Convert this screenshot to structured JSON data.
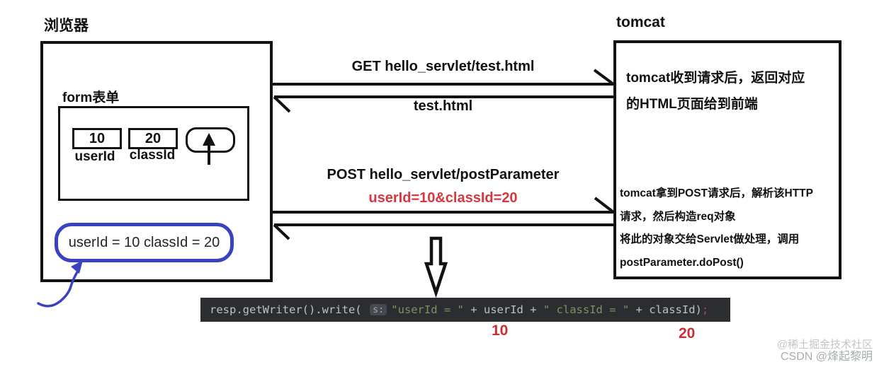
{
  "browser": {
    "title": "浏览器",
    "form": {
      "label": "form表单",
      "fields": [
        {
          "value": "10",
          "label": "userId"
        },
        {
          "value": "20",
          "label": "classId"
        }
      ],
      "submit_icon": "up-arrow-icon"
    },
    "result_text": "userId = 10 classId = 20"
  },
  "tomcat": {
    "title": "tomcat",
    "get_note_lines": [
      "tomcat收到请求后，返回对应",
      "的HTML页面给到前端"
    ],
    "post_note_lines": [
      "tomcat拿到POST请求后，解析该HTTP",
      "请求，然后构造req对象",
      "将此的对象交给Servlet做处理，调用",
      "postParameter.doPost()"
    ]
  },
  "messages": {
    "get_request": "GET hello_servlet/test.html",
    "get_response": "test.html",
    "post_request": "POST hello_servlet/postParameter",
    "post_body": "userId=10&classId=20"
  },
  "code": {
    "part1": "resp.getWriter().write( ",
    "hint": "s:",
    "str1": "\"userId = \"",
    "part2": " + userId + ",
    "str2": "\" classId = \"",
    "part3": " + classId)",
    "semicolon": ";",
    "annotation_userid": "10",
    "annotation_classid": "20"
  },
  "watermark": {
    "line1": "@稀土掘金技术社区",
    "line2": "CSDN @烽起黎明"
  },
  "colors": {
    "accent_blue": "#3a43bf",
    "accent_red": "#d6383f",
    "code_bg": "#2b2d30",
    "code_string_green": "#7a9364"
  }
}
